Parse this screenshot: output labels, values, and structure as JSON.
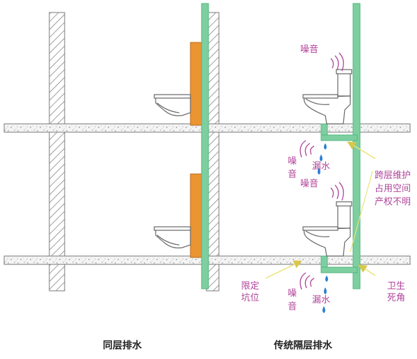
{
  "captions": {
    "left": "同层排水",
    "right": "传统隔层排水"
  },
  "labels": {
    "noise_top": "噪音",
    "noise_mid_v": "噪音",
    "leak_mid": "漏水",
    "noise_mid2": "噪音",
    "cross_floor_l1": "跨层维护",
    "cross_floor_l2": "占用空间",
    "cross_floor_l3": "产权不明",
    "limited_pit_l1": "限定",
    "limited_pit_l2": "坑位",
    "noise_bottom_v": "噪音",
    "leak_bottom": "漏水",
    "sanitary_l1": "卫生",
    "sanitary_l2": "死角"
  },
  "colors": {
    "pipe_green": "#7dcfa0",
    "pipe_border": "#55b481",
    "cistern_orange": "#eb9432",
    "label_magenta": "#b0439a",
    "arrow_yellow": "#ece27a",
    "drop_blue": "#2b7fd6"
  }
}
